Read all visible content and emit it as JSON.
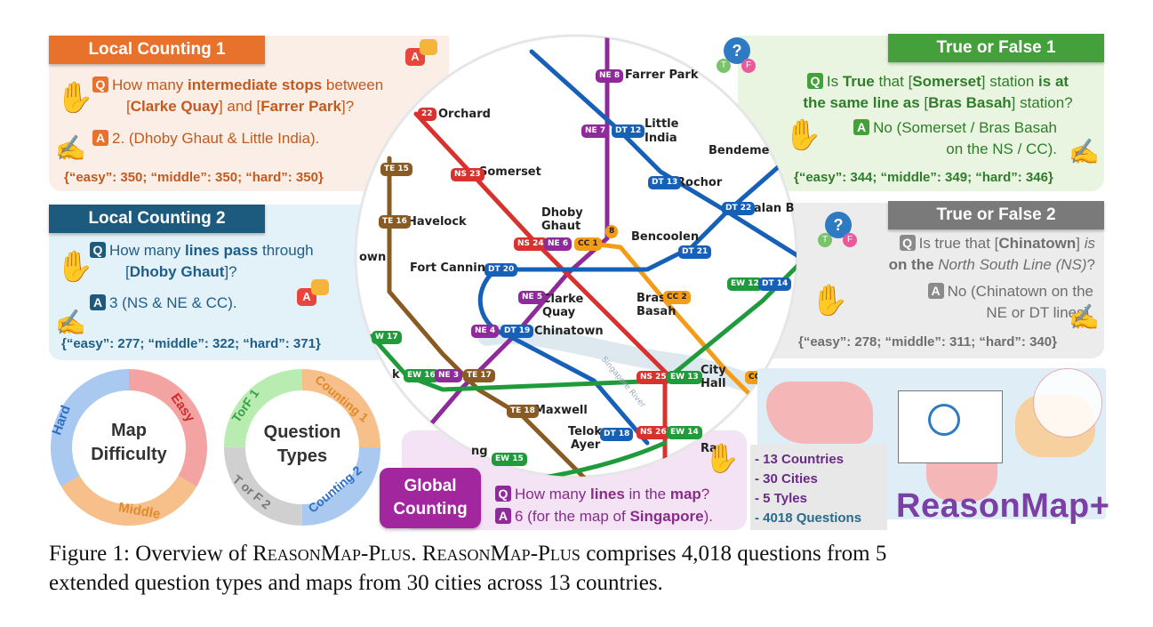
{
  "local1": {
    "title": "Local Counting 1",
    "q_pre": "How many ",
    "q_b1": "intermediate stops",
    "q_mid": " between",
    "q_line2a": "[",
    "q_b2": "Clarke Quay",
    "q_line2b": "] and [",
    "q_b3": "Farrer Park",
    "q_line2c": "]?",
    "answer": "2. (Dhoby Ghaut & Little India).",
    "stats": "{“easy”: 350; “middle”: 350; “hard”: 350}"
  },
  "local2": {
    "title": "Local Counting 2",
    "q_pre": "How many ",
    "q_b1": "lines pass",
    "q_mid": " through",
    "q_l2a": "[",
    "q_b2": "Dhoby Ghaut",
    "q_l2b": "]?",
    "answer": "3 (NS & NE & CC).",
    "stats": "{“easy”: 277; “middle”: 322; “hard”: 371}"
  },
  "tf1": {
    "title": "True or False 1",
    "q1a": "Is ",
    "q1b": "True",
    "q1c": " that [",
    "q1d": "Somerset",
    "q1e": "] station ",
    "q1f": "is at",
    "q2a": "the  same line as",
    "q2b": " [",
    "q2c": "Bras Basah",
    "q2d": "] station?",
    "a1": "No (Somerset / Bras Basah",
    "a2": "on the NS / CC).",
    "stats": "{“easy”: 344; “middle”: 349; “hard”: 346}"
  },
  "tf2": {
    "title": "True or False 2",
    "q1a": "Is true that [",
    "q1b": "Chinatown",
    "q1c": "] ",
    "q1d": "is",
    "q2a": "on the ",
    "q2b": "North South Line (NS)",
    "q2c": "?",
    "a1": "No (Chinatown on the",
    "a2": "NE or DT lines).",
    "stats": "{“easy”: 278; “middle”: 311; “hard”: 340}"
  },
  "global": {
    "title1": "Global",
    "title2": "Counting",
    "q_pre": "How many ",
    "q_b": "lines",
    "q_post": " in the ",
    "q_b2": "map",
    "q_end": "?",
    "a_pre": "6 (",
    "a_mid": "for the map of ",
    "a_b": "Singapore",
    "a_end": ")."
  },
  "badges": {
    "q": "Q",
    "a": "A",
    "t": "T",
    "f": "F"
  },
  "donut1": {
    "center1": "Map",
    "center2": "Difficulty",
    "labels": [
      "Easy",
      "Middle",
      "Hard"
    ],
    "colors": [
      "#f4a3a3",
      "#f7c08a",
      "#a9c9f1"
    ]
  },
  "donut2": {
    "center1": "Question",
    "center2": "Types",
    "labels": [
      "Counting 1",
      "Counting 2",
      "T or F 2",
      "TorF 1"
    ],
    "colors": [
      "#f7c08a",
      "#a9c9f1",
      "#d0d0d0",
      "#b8ecb0"
    ]
  },
  "summary": [
    "- 13 Countries",
    "- 30 Cities",
    "- 5 Tyles",
    "- 4018 Questions"
  ],
  "logo": "ReasonMap+",
  "map": {
    "stations": [
      "Farrer Park",
      "Orchard",
      "Little",
      "India",
      "Bendeme",
      "Somerset",
      "Rochor",
      "Havelock",
      "Dhoby",
      "Ghaut",
      "Jalan B",
      "Bencoolen",
      "own",
      "Fort Canning",
      "Clarke",
      "Quay",
      "Bras",
      "Basah",
      "Chinatown",
      "k",
      "City",
      "Hall",
      "Maxwell",
      "Telok",
      "Ayer",
      "ng",
      "Ra"
    ],
    "codes": [
      "NE 8",
      "NE 7",
      "DT 12",
      "22",
      "NS 23",
      "TE 15",
      "DT 13",
      "TE 16",
      "DT 22",
      "NS 24",
      "NE 6",
      "CC 1",
      "8",
      "DT 21",
      "DT 20",
      "NE 5",
      "CC 2",
      "NE 4",
      "DT 19",
      "EW 12",
      "DT 14",
      "W 17",
      "EW 16",
      "NE 3",
      "TE 17",
      "NS 25",
      "EW 13",
      "TE 18",
      "DT 18",
      "NS 26",
      "EW 14",
      "EW 15",
      "CC"
    ],
    "river": "Singapore River"
  },
  "caption": {
    "prefix": "Figure 1: Overview of ",
    "name1": "ReasonMap-Plus",
    "mid": ". ",
    "name2": "ReasonMap-Plus",
    "rest1": " comprises 4,018 questions from 5",
    "rest2": "extended question types and maps from 30 cities across 13 countries."
  }
}
